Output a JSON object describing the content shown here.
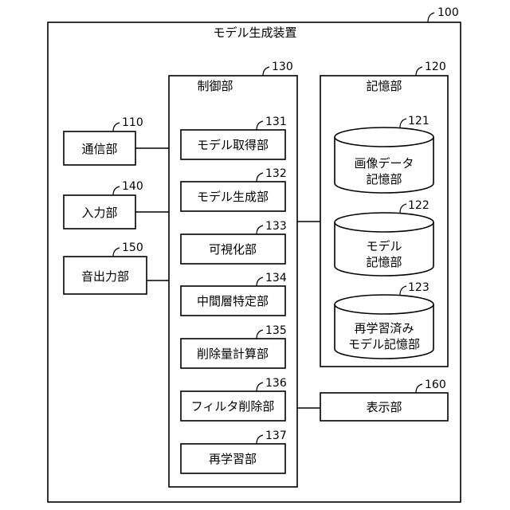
{
  "device": {
    "title": "モデル生成装置",
    "ref": "100"
  },
  "control": {
    "title": "制御部",
    "ref": "130",
    "units": [
      {
        "label": "モデル取得部",
        "ref": "131"
      },
      {
        "label": "モデル生成部",
        "ref": "132"
      },
      {
        "label": "可視化部",
        "ref": "133"
      },
      {
        "label": "中間層特定部",
        "ref": "134"
      },
      {
        "label": "削除量計算部",
        "ref": "135"
      },
      {
        "label": "フィルタ削除部",
        "ref": "136"
      },
      {
        "label": "再学習部",
        "ref": "137"
      }
    ]
  },
  "storage": {
    "title": "記憶部",
    "ref": "120",
    "units": [
      {
        "line1": "画像データ",
        "line2": "記憶部",
        "ref": "121"
      },
      {
        "line1": "モデル",
        "line2": "記憶部",
        "ref": "122"
      },
      {
        "line1": "再学習済み",
        "line2": "モデル記憶部",
        "ref": "123"
      }
    ]
  },
  "communication": {
    "label": "通信部",
    "ref": "110"
  },
  "input": {
    "label": "入力部",
    "ref": "140"
  },
  "audio_output": {
    "label": "音出力部",
    "ref": "150"
  },
  "display": {
    "label": "表示部",
    "ref": "160"
  }
}
